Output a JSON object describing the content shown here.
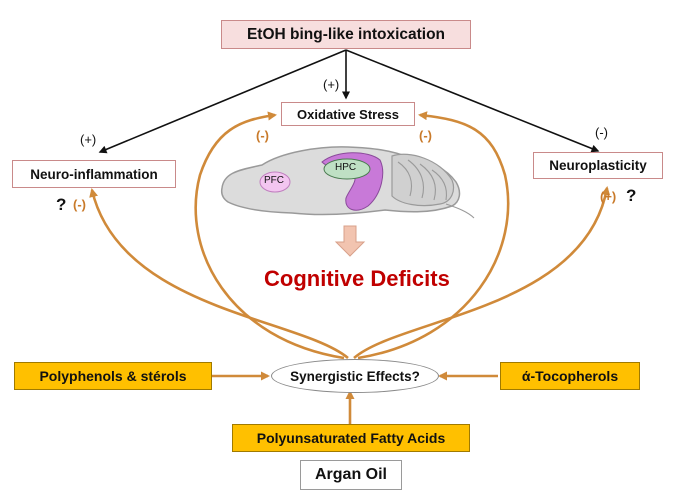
{
  "nodes": {
    "etoh": "EtOH bing-like intoxication",
    "oxidative_stress": "Oxidative Stress",
    "neuroinflammation": "Neuro-inflammation",
    "neuroplasticity": "Neuroplasticity",
    "cognitive_deficits": "Cognitive Deficits",
    "synergistic": "Synergistic Effects?",
    "polyphenols": "Polyphenols & stérols",
    "tocopherols": "ά-Tocopherols",
    "pufa": "Polyunsaturated Fatty Acids",
    "argan_oil": "Argan Oil"
  },
  "brain_labels": {
    "pfc": "PFC",
    "hpc": "HPC"
  },
  "signs": {
    "etoh_to_oxidative": "(+)",
    "etoh_to_inflammation": "(+)",
    "etoh_to_plasticity": "(-)",
    "oil_to_oxidative_left": "(-)",
    "oil_to_oxidative_right": "(-)",
    "oil_to_inflammation": "(-)",
    "oil_to_plasticity": "(+)",
    "question_left": "?",
    "question_right": "?"
  },
  "colors": {
    "black_arrow": "#111111",
    "orange_arrow": "#d08a3a",
    "pink_box": "#f7dede",
    "yellow_box": "#ffc000",
    "deficits_text": "#c00000"
  }
}
